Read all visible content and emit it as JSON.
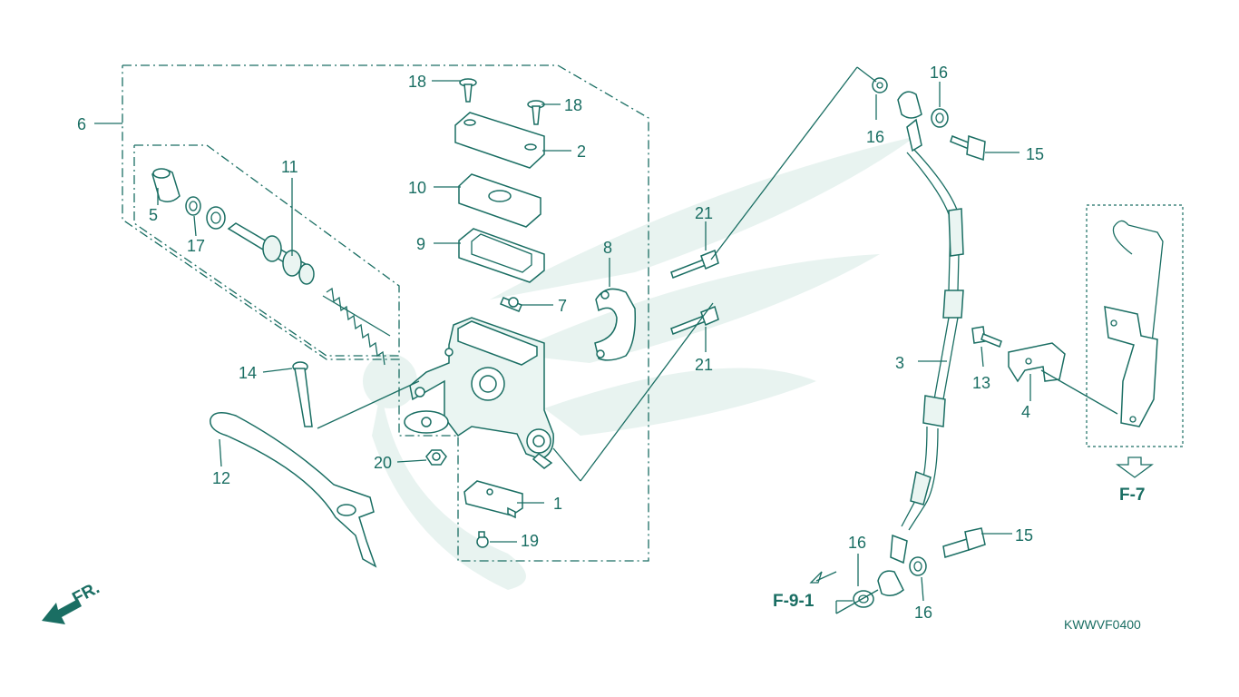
{
  "diagram": {
    "callouts": [
      {
        "id": "c1",
        "text": "1"
      },
      {
        "id": "c2",
        "text": "2"
      },
      {
        "id": "c3",
        "text": "3"
      },
      {
        "id": "c4",
        "text": "4"
      },
      {
        "id": "c5",
        "text": "5"
      },
      {
        "id": "c6",
        "text": "6"
      },
      {
        "id": "c7",
        "text": "7"
      },
      {
        "id": "c8",
        "text": "8"
      },
      {
        "id": "c9",
        "text": "9"
      },
      {
        "id": "c10",
        "text": "10"
      },
      {
        "id": "c11",
        "text": "11"
      },
      {
        "id": "c12",
        "text": "12"
      },
      {
        "id": "c13",
        "text": "13"
      },
      {
        "id": "c14",
        "text": "14"
      },
      {
        "id": "c15a",
        "text": "15"
      },
      {
        "id": "c15b",
        "text": "15"
      },
      {
        "id": "c16a",
        "text": "16"
      },
      {
        "id": "c16b",
        "text": "16"
      },
      {
        "id": "c16c",
        "text": "16"
      },
      {
        "id": "c16d",
        "text": "16"
      },
      {
        "id": "c17",
        "text": "17"
      },
      {
        "id": "c18a",
        "text": "18"
      },
      {
        "id": "c18b",
        "text": "18"
      },
      {
        "id": "c19",
        "text": "19"
      },
      {
        "id": "c20",
        "text": "20"
      },
      {
        "id": "c21a",
        "text": "21"
      },
      {
        "id": "c21b",
        "text": "21"
      }
    ],
    "ref_f7": "F-7",
    "ref_f91": "F-9-1",
    "front_marker": "FR.",
    "diagram_code": "KWWVF0400"
  },
  "colors": {
    "line": "#1a6e63",
    "watermark": "#e8f3f0",
    "background": "#ffffff"
  }
}
